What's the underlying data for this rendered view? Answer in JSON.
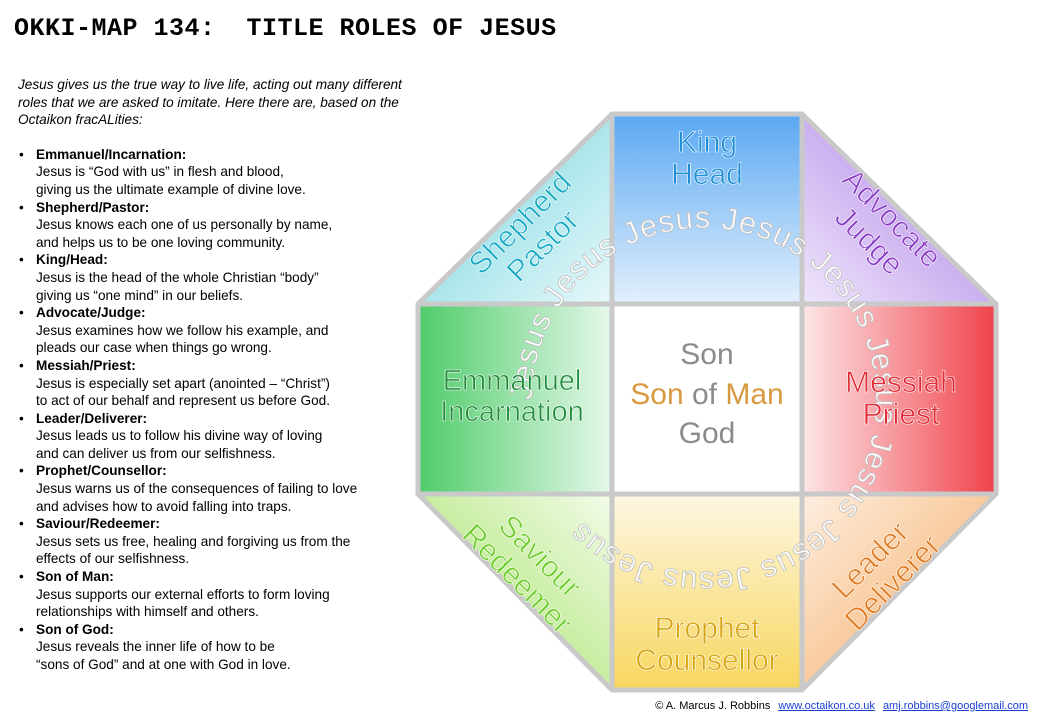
{
  "title": "OKKI-MAP 134:  TITLE ROLES OF JESUS",
  "intro": "Jesus gives us the true way to live life, acting out many different roles that we are asked to imitate. Here there are, based on the Octaikon fracALities:",
  "roles": [
    {
      "heading": "Emmanuel/Incarnation:",
      "text": "Jesus is “God with us” in flesh and blood,\ngiving us the ultimate example of divine love."
    },
    {
      "heading": "Shepherd/Pastor:",
      "text": "Jesus knows each one of us personally by name,\nand helps us to be one loving community."
    },
    {
      "heading": "King/Head:",
      "text": "Jesus is the head of the whole Christian “body”\ngiving us “one mind” in our beliefs."
    },
    {
      "heading": "Advocate/Judge:",
      "text": "Jesus examines how we follow his example, and\npleads our case when things go wrong."
    },
    {
      "heading": "Messiah/Priest:",
      "text": "Jesus is especially set apart (anointed – “Christ”)\nto act of our behalf and represent us before God."
    },
    {
      "heading": "Leader/Deliverer:",
      "text": "Jesus leads us to follow his divine way of loving\nand can deliver us from our selfishness."
    },
    {
      "heading": "Prophet/Counsellor:",
      "text": "Jesus warns  us of the consequences of failing to love\nand advises how to avoid falling into traps."
    },
    {
      "heading": "Saviour/Redeemer:",
      "text": "Jesus sets us free, healing and forgiving us from the\neffects of our selfishness."
    },
    {
      "heading": "Son of Man:",
      "text": "Jesus supports our external efforts to form loving\nrelationships with himself and others."
    },
    {
      "heading": "Son of God:",
      "text": "Jesus reveals the inner life of how to be\n“sons of God” and at one with God in love."
    }
  ],
  "diagram": {
    "top": {
      "line1": "King",
      "line2": "Head",
      "color": "#1e8fd6"
    },
    "top_left": {
      "line1": "Shepherd",
      "line2": "Pastor",
      "color": "#1aa9c4"
    },
    "top_right": {
      "line1": "Advocate",
      "line2": "Judge",
      "color": "#8a3fc4"
    },
    "left": {
      "line1": "Emmanuel",
      "line2": "Incarnation",
      "color": "#1f8c3a"
    },
    "right": {
      "line1": "Messiah",
      "line2": "Priest",
      "color": "#e02a35"
    },
    "bottom_left": {
      "line1": "Saviour",
      "line2": "Redeemer",
      "color": "#6ccc2a"
    },
    "bottom": {
      "line1": "Prophet",
      "line2": "Counsellor",
      "color": "#d7a40f"
    },
    "bottom_right": {
      "line1": "Leader",
      "line2": "Deliverer",
      "color": "#e07a20"
    },
    "center": {
      "line1": "Son",
      "line2a": "Son ",
      "line2b": "of ",
      "line2c": "Man",
      "line3": "God",
      "gray": "#8c8c8c",
      "orange": "#d89a40"
    },
    "ring_text": "Jesus Jesus Jesus Jesus Jesus Jesus Jesus Jesus Jesus Jesus"
  },
  "footer": {
    "credit": "© A. Marcus J. Robbins",
    "website": "www.octaikon.co.uk",
    "email": "amj.robbins@googlemail.com"
  }
}
